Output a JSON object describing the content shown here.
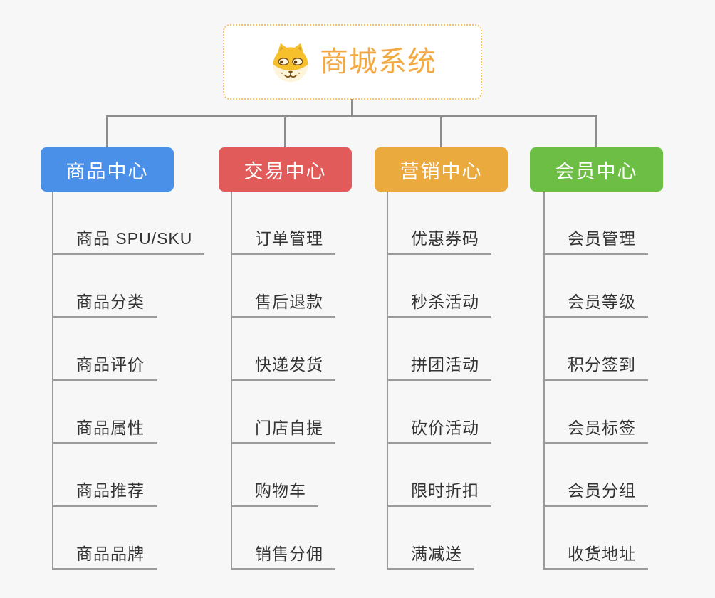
{
  "root": {
    "title": "商城系统",
    "icon": "dog-face-icon",
    "title_color": "#f2a944",
    "border_color": "#f4c273"
  },
  "connector_color": "#8c8c8c",
  "child_line_color": "#9b9b9b",
  "child_text_color": "#333333",
  "background_color": "#f7f7f7",
  "branches": [
    {
      "label": "商品中心",
      "color": "#4a8fe8",
      "children": [
        "商品 SPU/SKU",
        "商品分类",
        "商品评价",
        "商品属性",
        "商品推荐",
        "商品品牌"
      ]
    },
    {
      "label": "交易中心",
      "color": "#e25b5b",
      "children": [
        "订单管理",
        "售后退款",
        "快递发货",
        "门店自提",
        "购物车",
        "销售分佣"
      ]
    },
    {
      "label": "营销中心",
      "color": "#ebaa3d",
      "children": [
        "优惠券码",
        "秒杀活动",
        "拼团活动",
        "砍价活动",
        "限时折扣",
        "满减送"
      ]
    },
    {
      "label": "会员中心",
      "color": "#6cbe45",
      "children": [
        "会员管理",
        "会员等级",
        "积分签到",
        "会员标签",
        "会员分组",
        "收货地址"
      ]
    }
  ]
}
